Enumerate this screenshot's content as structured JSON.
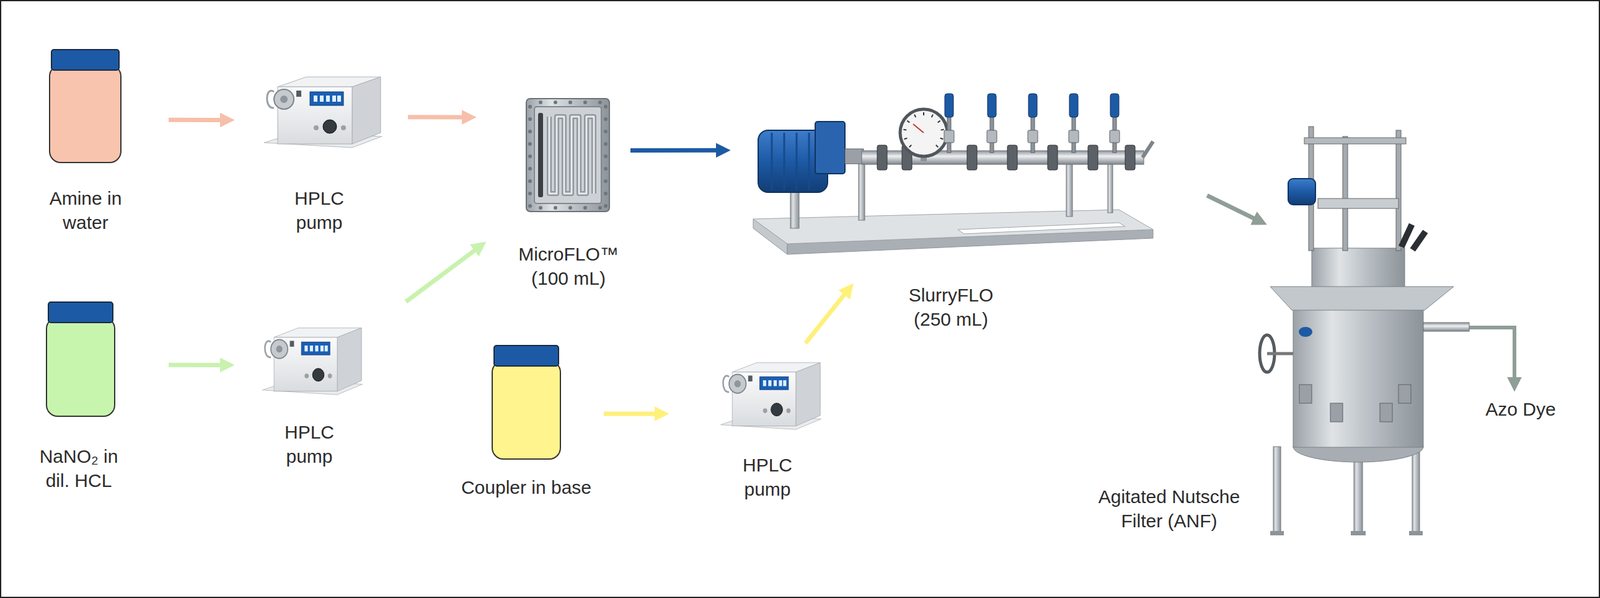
{
  "diagram": {
    "nodes": [
      {
        "text": [
          "Amine in water"
        ]
      },
      {
        "text": [
          "HPLC pump"
        ]
      },
      {
        "text": [
          "MicroFLO™ (100 mL)"
        ]
      },
      {
        "text": [
          "SlurryFLO (250 mL)"
        ]
      },
      {
        "text": [
          "Agitated Nutsche Filter (ANF)"
        ]
      },
      {
        "text": [
          "NaNO₂ in dil. HCL"
        ]
      },
      {
        "text": [
          "HPLC pump"
        ]
      },
      {
        "text": [
          "Coupler in base"
        ]
      },
      {
        "text": [
          "HPLC pump"
        ]
      }
    ],
    "edges": [
      {
        "from": 0,
        "to": 1,
        "arrow": "to"
      },
      {
        "from": 1,
        "to": 2,
        "arrow": "to"
      },
      {
        "from": 5,
        "to": 6,
        "arrow": "to"
      },
      {
        "from": 6,
        "to": 2,
        "arrow": "to"
      },
      {
        "from": 2,
        "to": 3,
        "arrow": "to"
      },
      {
        "from": 7,
        "to": 8,
        "arrow": "to"
      },
      {
        "from": 8,
        "to": 3,
        "arrow": "to"
      },
      {
        "from": 3,
        "to": 4,
        "arrow": "to"
      }
    ],
    "labels": [
      "Azo Dye"
    ]
  }
}
